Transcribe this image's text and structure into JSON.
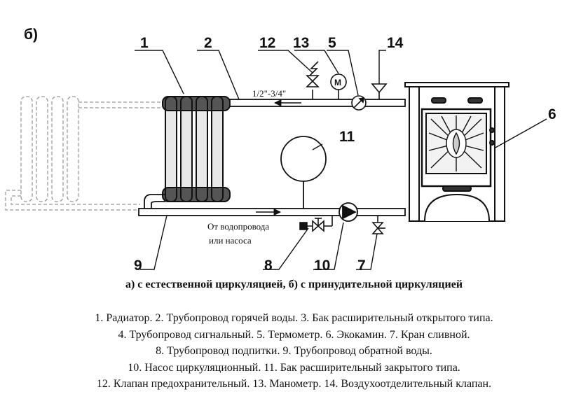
{
  "diagram": {
    "panel_label": "б)",
    "callouts": [
      "1",
      "2",
      "12",
      "13",
      "5",
      "14",
      "6",
      "11",
      "9",
      "8",
      "10",
      "7"
    ],
    "pipe_size": "1/2\"-3/4\"",
    "supply_note_line1": "От водопровода",
    "supply_note_line2": "или насоса",
    "manometer_glyph": "М"
  },
  "caption": "а) с естественной циркуляцией,   б) с принудительной циркуляцией",
  "legend_lines": [
    "1. Радиатор.  2. Трубопровод горячей воды.  3. Бак расширительный открытого типа.",
    "4. Трубопровод сигнальный.  5. Термометр.  6. Экокамин.  7. Кран сливной.",
    "8. Трубопровод подпитки.  9. Трубопровод обратной воды.",
    "10. Насос циркуляционный. 11. Бак расширительный закрытого типа.",
    "12. Клапан предохранительный.  13. Манометр.  14. Воздухоотделительный клапан."
  ]
}
